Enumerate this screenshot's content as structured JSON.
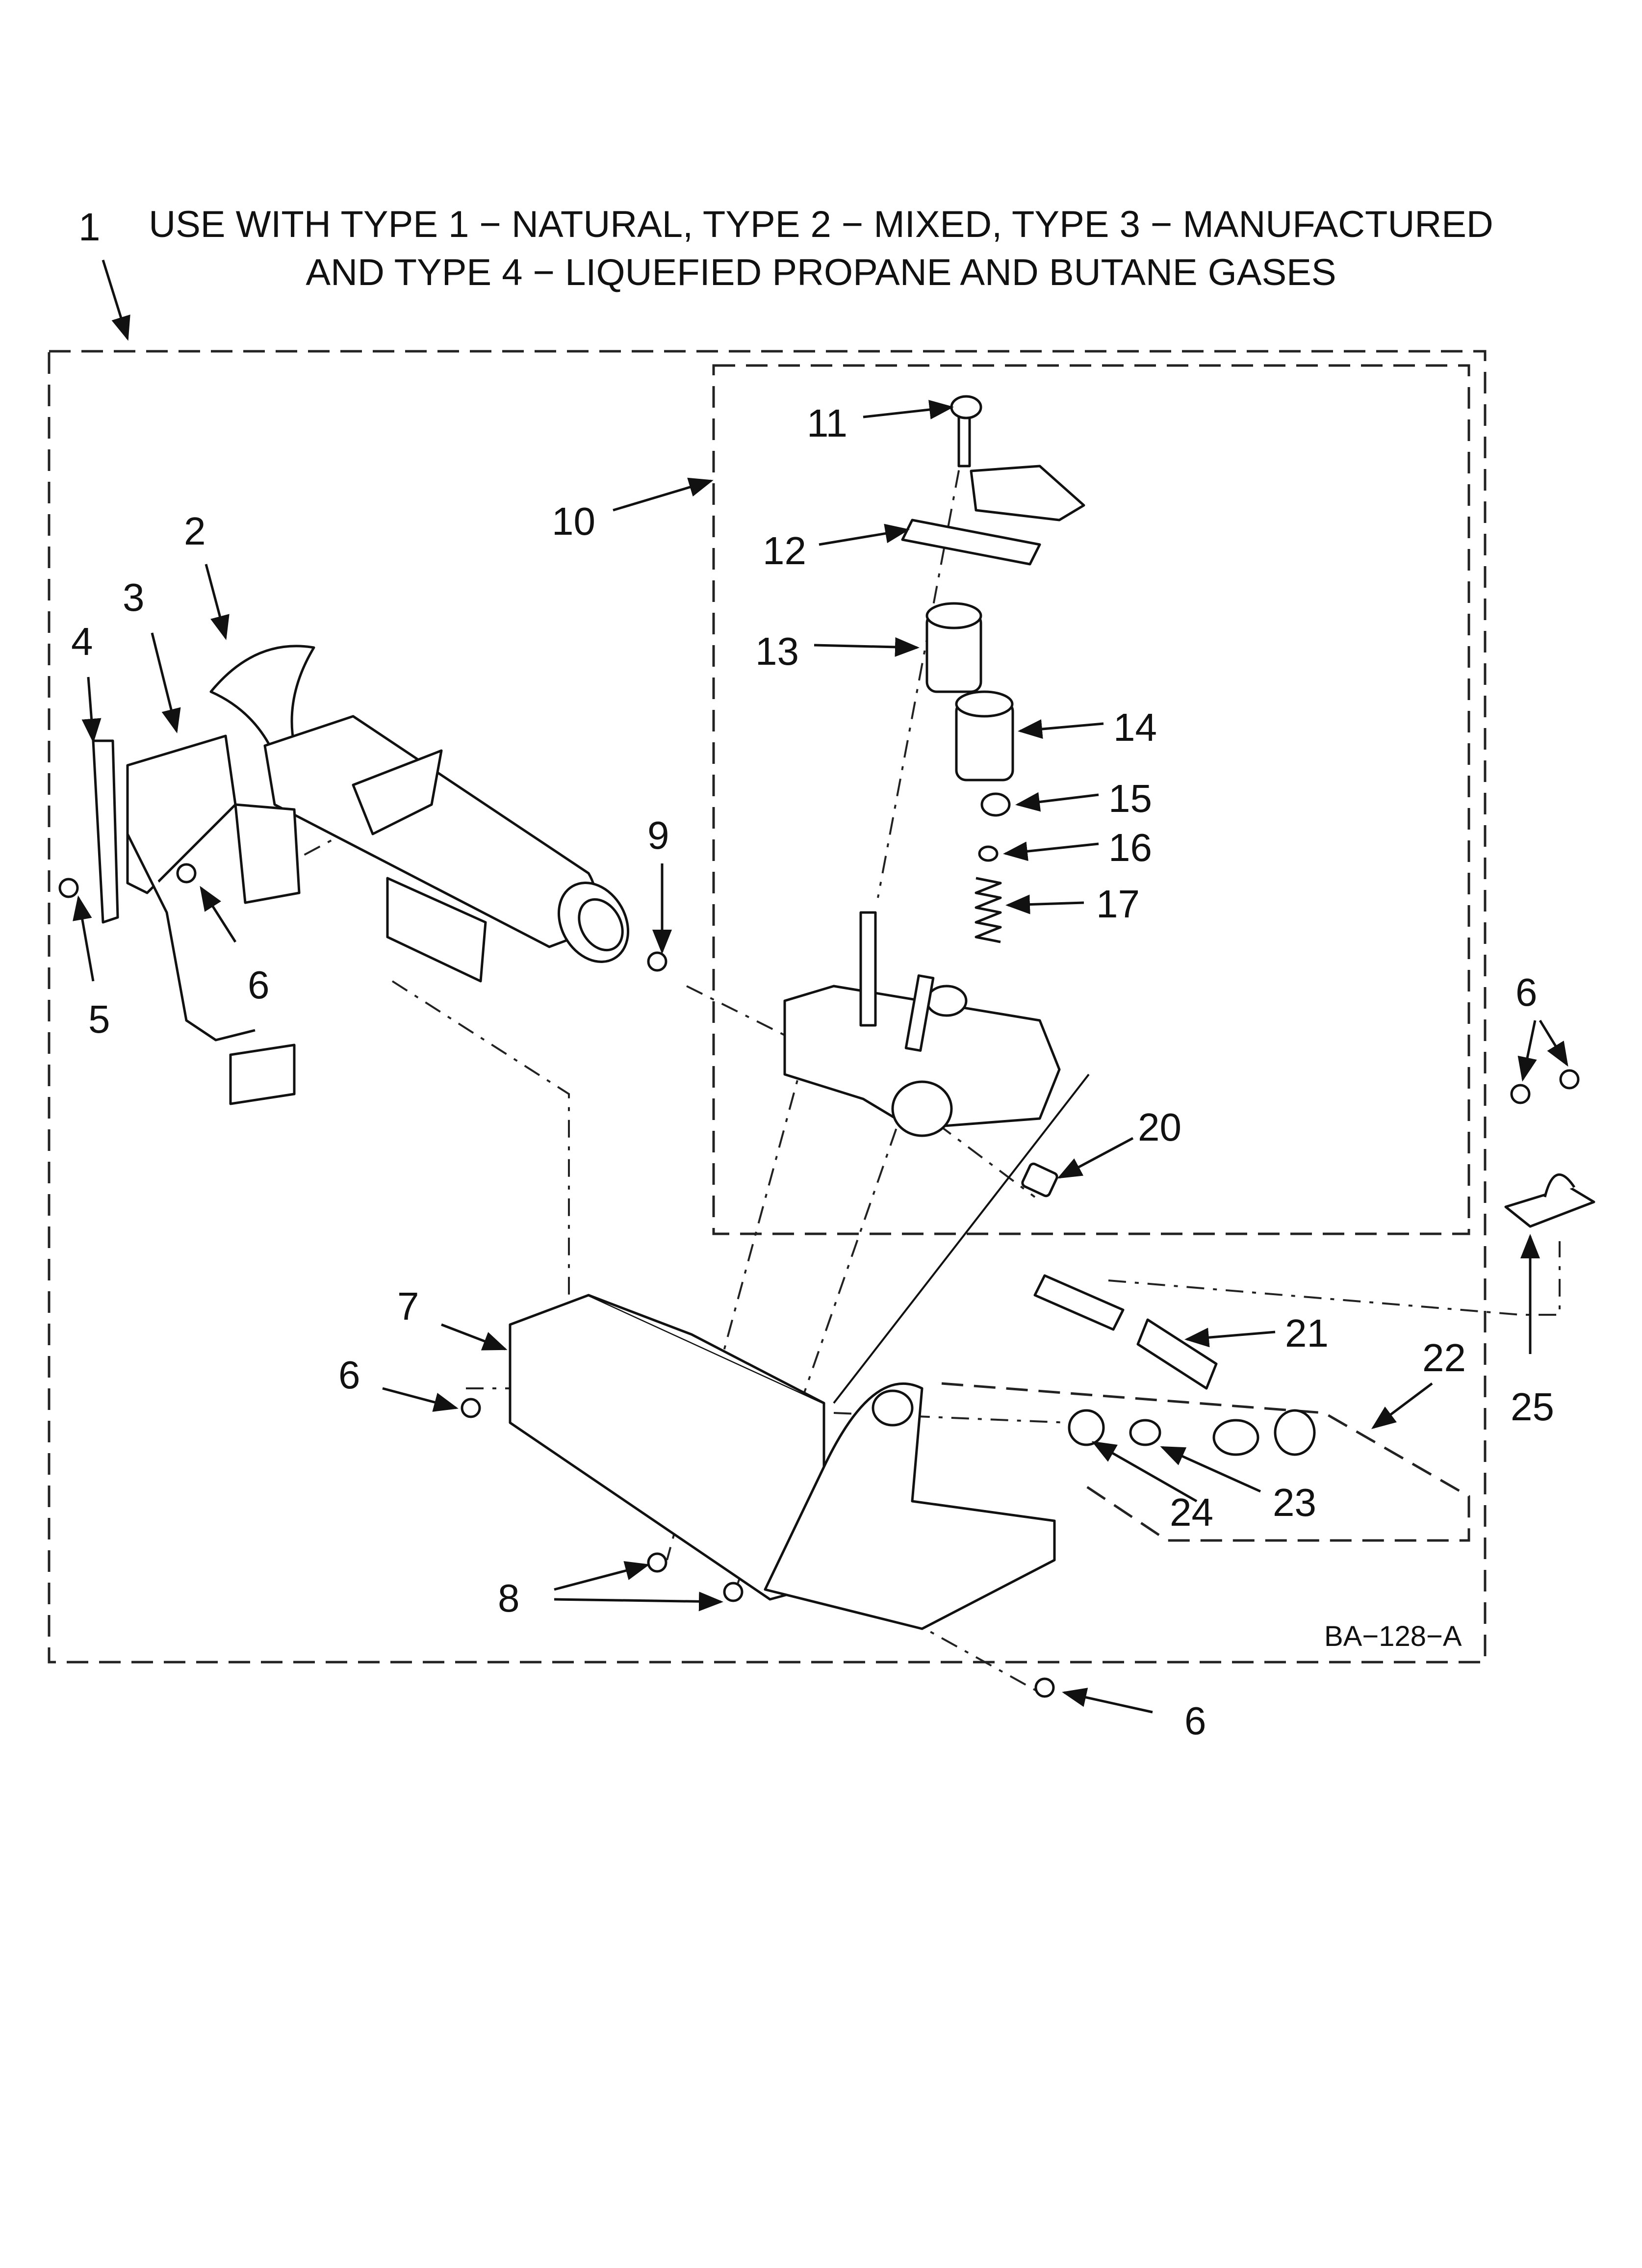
{
  "header": {
    "line1": "USE WITH TYPE 1 − NATURAL, TYPE 2 − MIXED, TYPE 3 − MANUFACTURED",
    "line2": "AND TYPE 4 − LIQUEFIED PROPANE AND BUTANE GASES"
  },
  "reference_code": "BA−128−A",
  "callouts": {
    "c1": "1",
    "c2": "2",
    "c3": "3",
    "c4": "4",
    "c5": "5",
    "c6a": "6",
    "c6b": "6",
    "c6c": "6",
    "c6d": "6",
    "c7": "7",
    "c8": "8",
    "c9": "9",
    "c10": "10",
    "c11": "11",
    "c12": "12",
    "c13": "13",
    "c14": "14",
    "c15": "15",
    "c16": "16",
    "c17": "17",
    "c20": "20",
    "c21": "21",
    "c22": "22",
    "c23": "23",
    "c24": "24",
    "c25": "25"
  }
}
